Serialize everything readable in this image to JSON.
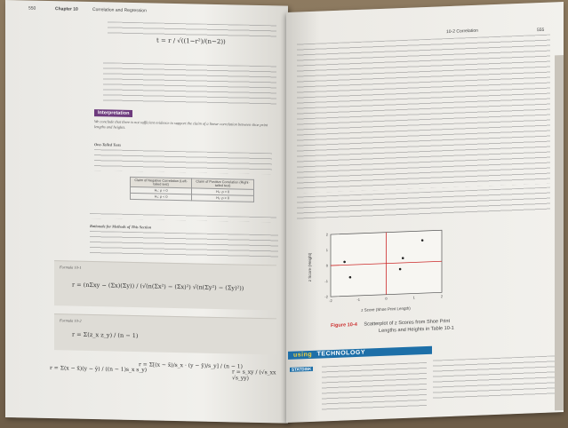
{
  "left_page": {
    "page_number": "550",
    "chapter": "Chapter 10",
    "chapter_title": "Correlation and Regression",
    "interpretation_label": "Interpretation",
    "interpretation_text": "We conclude that there is not sufficient evidence to support the claim of a linear correlation between shoe print lengths and heights.",
    "one_tailed_lead": "One-Tailed Tests",
    "table": {
      "headers": [
        "Claim of Negative Correlation (Left-tailed test)",
        "Claim of Positive Correlation (Right-tailed test)"
      ],
      "rows": [
        [
          "H₀: ρ = 0",
          "H₀: ρ = 0"
        ],
        [
          "H₁: ρ < 0",
          "H₁: ρ > 0"
        ]
      ]
    },
    "rationale_lead": "Rationale for Methods of This Section",
    "formula_1_label": "Formula 10-1",
    "formula_2_label": "Formula 10-2"
  },
  "right_page": {
    "page_number": "555",
    "section_header": "10-2 Correlation",
    "figure_number": "Figure 10-4",
    "figure_caption_line1": "Scatterplot of z Scores from Shoe Print",
    "figure_caption_line2": "Lengths and Heights in Table 10-1",
    "using_technology_word1": "using",
    "using_technology_word2": "TECHNOLOGY",
    "statdisk_label": "STATDISK"
  },
  "chart_data": {
    "type": "scatter",
    "xlabel": "z Score (Shoe Print Length)",
    "ylabel": "z Score (Height)",
    "xlim": [
      -2,
      2
    ],
    "ylim": [
      -2,
      2
    ],
    "x_ticks": [
      "-2",
      "-1",
      "0",
      "1",
      "2"
    ],
    "y_ticks": [
      "2",
      "1",
      "0",
      "-1",
      "-2"
    ],
    "points": [
      {
        "x": -1.5,
        "y": 0.2
      },
      {
        "x": -1.3,
        "y": -0.8
      },
      {
        "x": 0.5,
        "y": -0.4
      },
      {
        "x": 0.6,
        "y": 0.3
      },
      {
        "x": 1.3,
        "y": 1.4
      }
    ],
    "colors": {
      "reference_lines": "#cc2a2a",
      "points": "#222222"
    }
  }
}
